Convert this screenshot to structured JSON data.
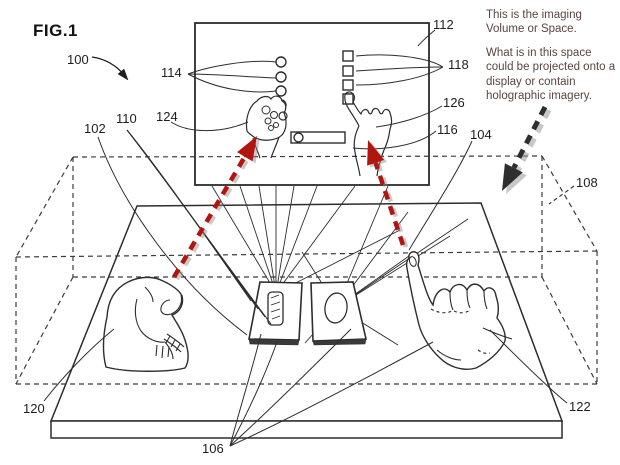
{
  "figure": {
    "title": "FIG.1",
    "labels": {
      "l100": "100",
      "l102": "102",
      "l104": "104",
      "l106": "106",
      "l108": "108",
      "l110": "110",
      "l112": "112",
      "l114": "114",
      "l116": "116",
      "l118": "118",
      "l120": "120",
      "l122": "122",
      "l124": "124",
      "l126": "126"
    },
    "annotation": {
      "para1": "This is the imaging Volume or Space.",
      "para2": "What is in this space could be projected onto a display or contain holographic imagery."
    },
    "colors": {
      "line": "#2d2d2d",
      "red_arrow": "#b01510",
      "black_arrow": "#2e2e2e",
      "annotation_text": "#5a4540"
    }
  }
}
